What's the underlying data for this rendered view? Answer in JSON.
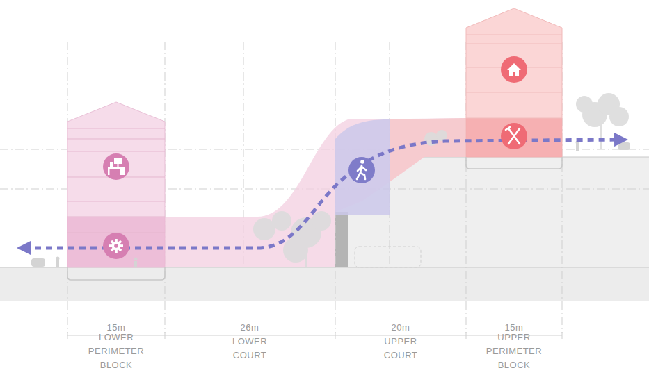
{
  "diagram": {
    "labels": [
      "15m",
      "LOWER PERIMETER BLOCK",
      "26m",
      "LOWER COURT",
      "20m",
      "UPPER COURT",
      "15m",
      "UPPER PERIMETER BLOCK"
    ]
  }
}
